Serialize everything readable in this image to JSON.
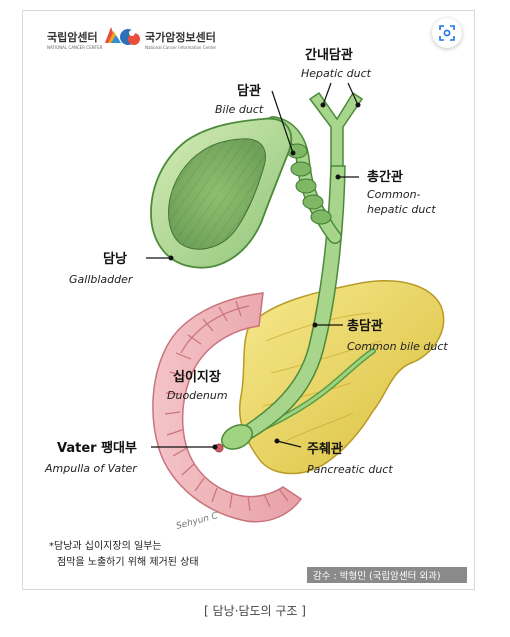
{
  "logos": {
    "ncc_name": "국립암센터",
    "ncc_sub": "NATIONAL CANCER CENTER",
    "nci_name": "국가암정보센터",
    "nci_sub": "National Cancer Information Center"
  },
  "labels": {
    "hepatic_kr": "간내담관",
    "hepatic_en": "Hepatic duct",
    "bile_kr": "담관",
    "bile_en": "Bile duct",
    "common_hepatic_kr": "총간관",
    "common_hepatic_en1": "Common-",
    "common_hepatic_en2": "hepatic duct",
    "gallbladder_kr": "담낭",
    "gallbladder_en": "Gallbladder",
    "common_bile_kr": "총담관",
    "common_bile_en": "Common bile duct",
    "duodenum_kr": "십이지장",
    "duodenum_en": "Duodenum",
    "vater_kr": "Vater 팽대부",
    "vater_en": "Ampulla of Vater",
    "pancreatic_kr": "주췌관",
    "pancreatic_en": "Pancreatic duct"
  },
  "note": {
    "line1": "*담낭과 십이지장의 일부는",
    "line2": "점막을 노출하기 위해 제거된 상태"
  },
  "supervisor": "감수 : 박형민 (국립암센터 외과)",
  "signature": "Sehyun C",
  "caption": "[ 담낭·담도의 구조 ]",
  "icons": {
    "lens": "lens-search-icon"
  }
}
